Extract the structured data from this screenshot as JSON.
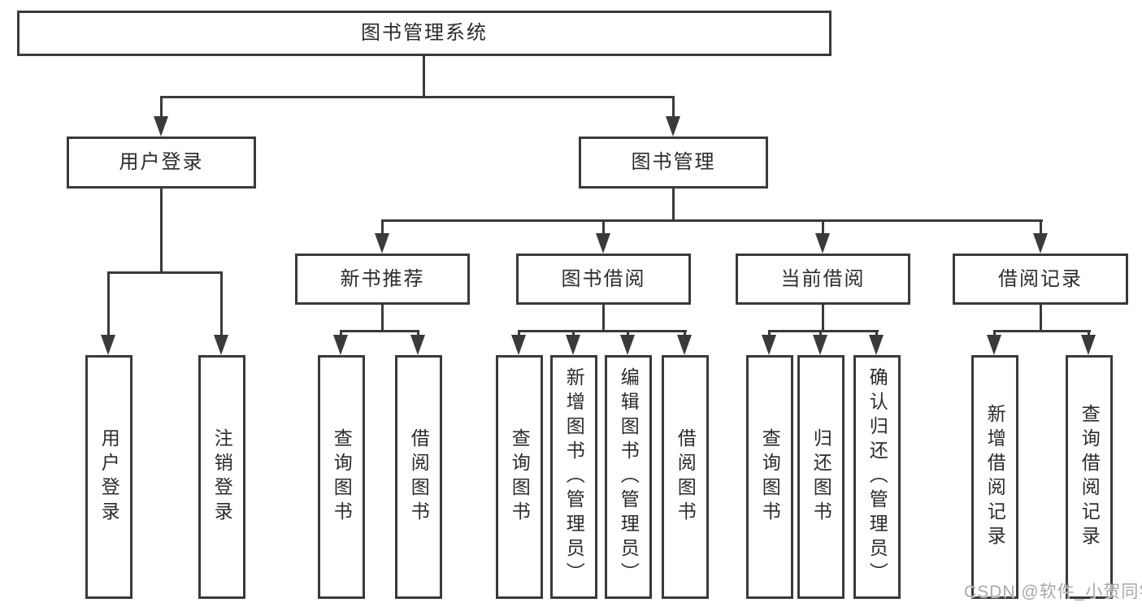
{
  "diagram": {
    "root": {
      "label": "图书管理系统"
    },
    "branches": [
      {
        "label": "用户登录",
        "children": [
          {
            "label": "用户登录"
          },
          {
            "label": "注销登录"
          }
        ]
      },
      {
        "label": "图书管理",
        "children": [
          {
            "label": "新书推荐",
            "children": [
              {
                "label": "查询图书"
              },
              {
                "label": "借阅图书"
              }
            ]
          },
          {
            "label": "图书借阅",
            "children": [
              {
                "label": "查询图书"
              },
              {
                "label": "新增图书（管理员）"
              },
              {
                "label": "编辑图书（管理员）"
              },
              {
                "label": "借阅图书"
              }
            ]
          },
          {
            "label": "当前借阅",
            "children": [
              {
                "label": "查询图书"
              },
              {
                "label": "归还图书"
              },
              {
                "label": "确认归还（管理员）"
              }
            ]
          },
          {
            "label": "借阅记录",
            "children": [
              {
                "label": "新增借阅记录"
              },
              {
                "label": "查询借阅记录"
              }
            ]
          }
        ]
      }
    ]
  },
  "watermark": {
    "text": "CSDN @软件_小贺同学"
  },
  "colors": {
    "line": "#3a3a3c",
    "background": "#ffffff",
    "watermark": "#a5aab0"
  }
}
